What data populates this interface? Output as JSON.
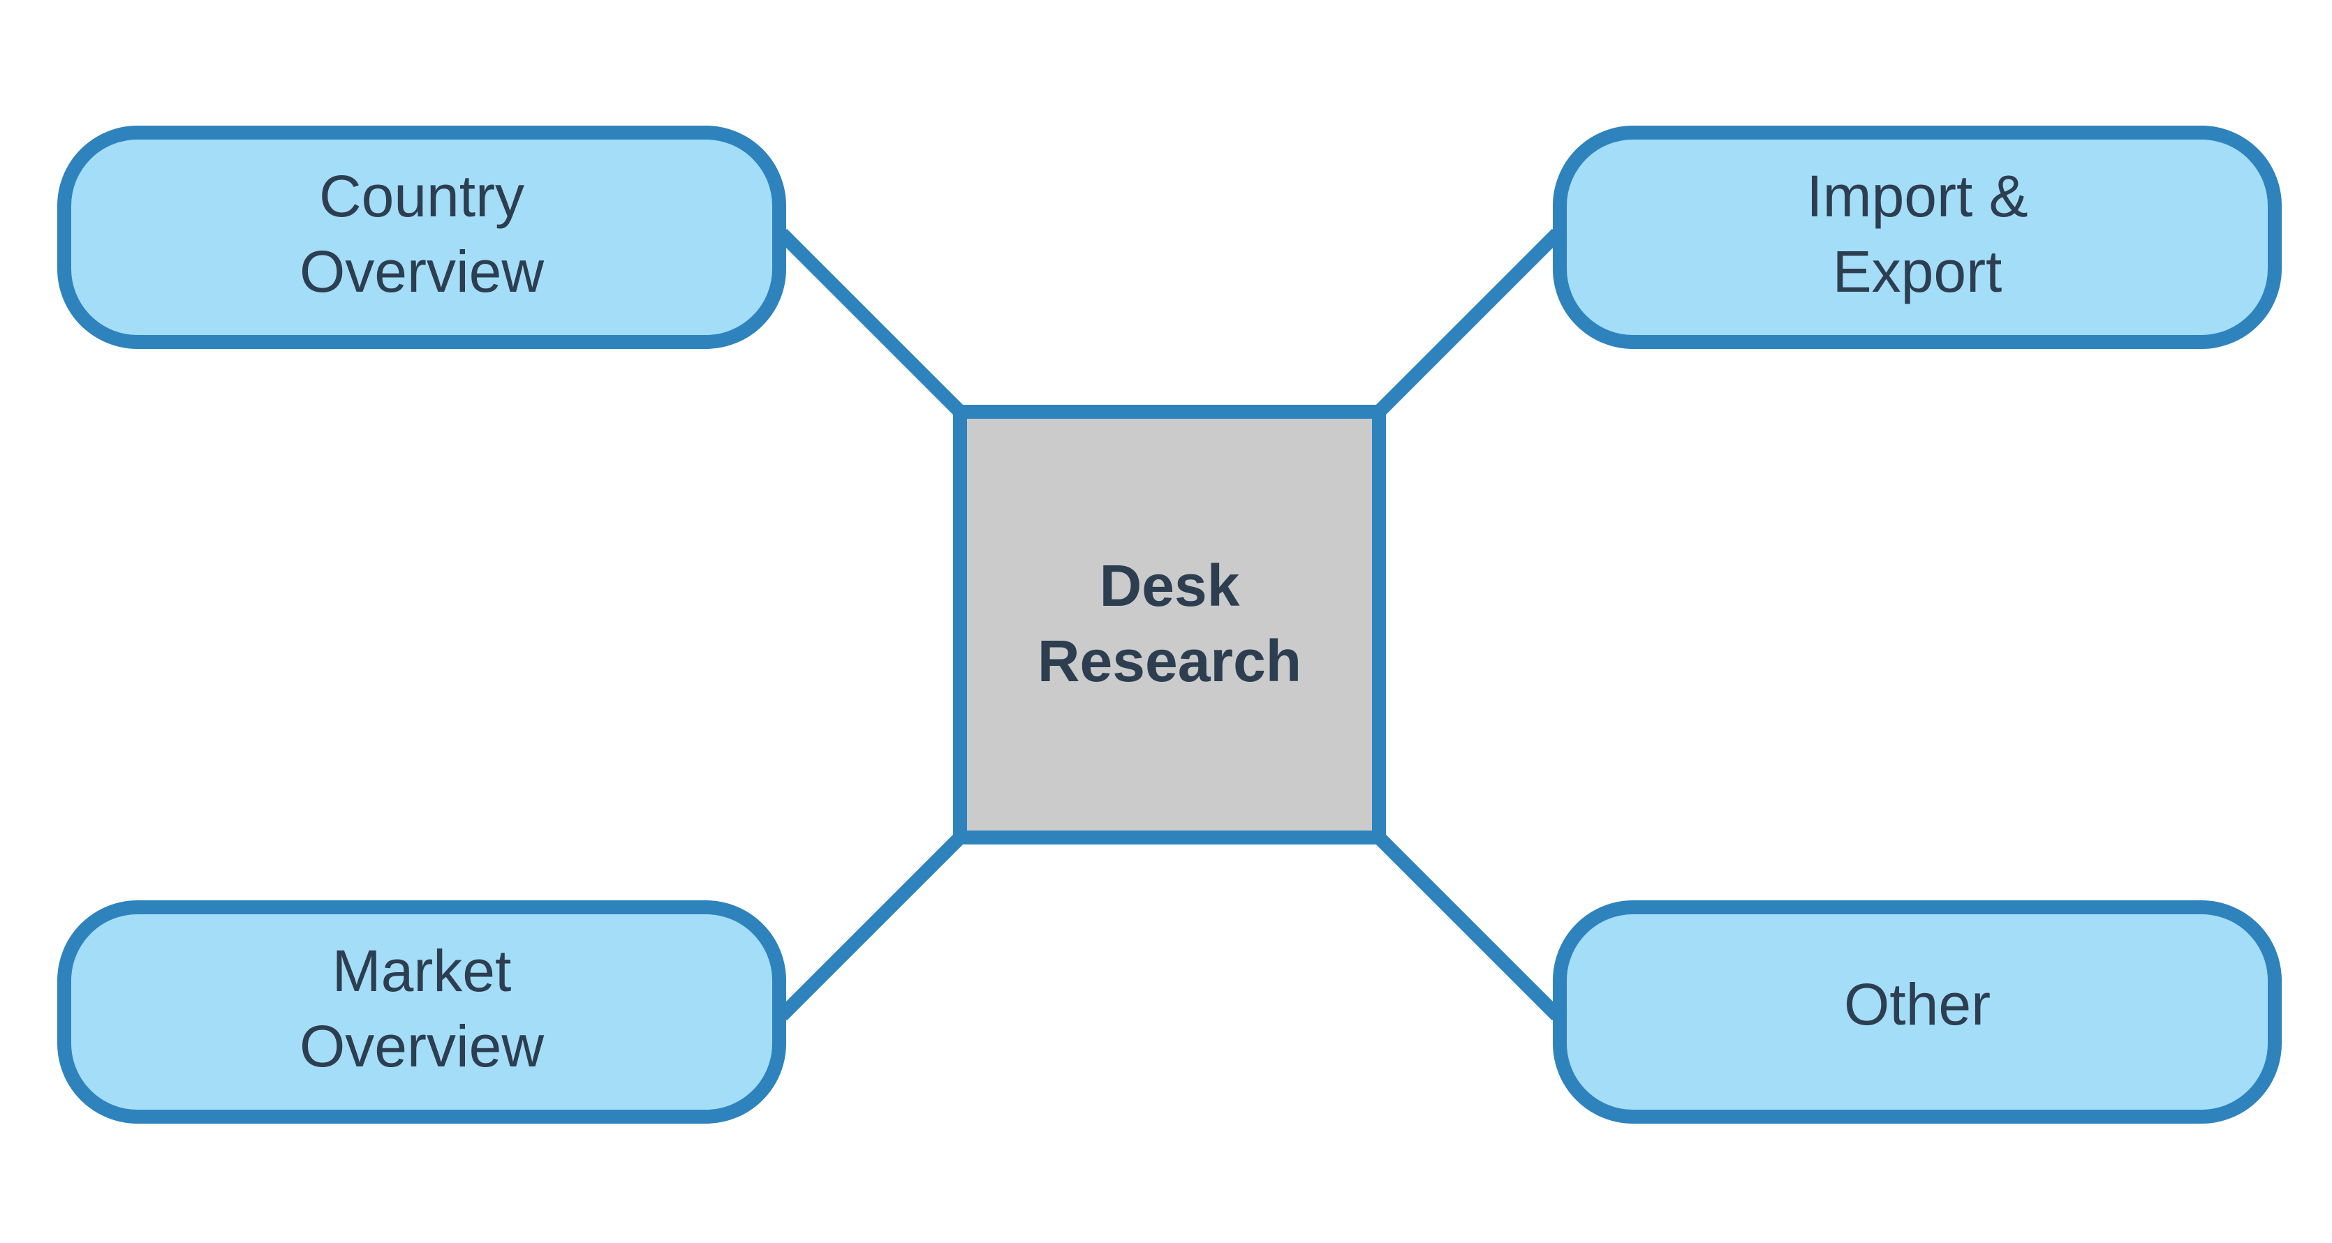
{
  "colors": {
    "stroke": "#2e83bd",
    "leaf_fill": "#a4ddf8",
    "center_fill": "#cbcbcb",
    "text": "#2c3e50"
  },
  "center": {
    "line1": "Desk",
    "line2": "Research"
  },
  "nodes": {
    "top_left": {
      "line1": "Country",
      "line2": "Overview"
    },
    "top_right": {
      "line1": "Import &",
      "line2": "Export"
    },
    "bottom_left": {
      "line1": "Market",
      "line2": "Overview"
    },
    "bottom_right": {
      "line1": "Other"
    }
  }
}
